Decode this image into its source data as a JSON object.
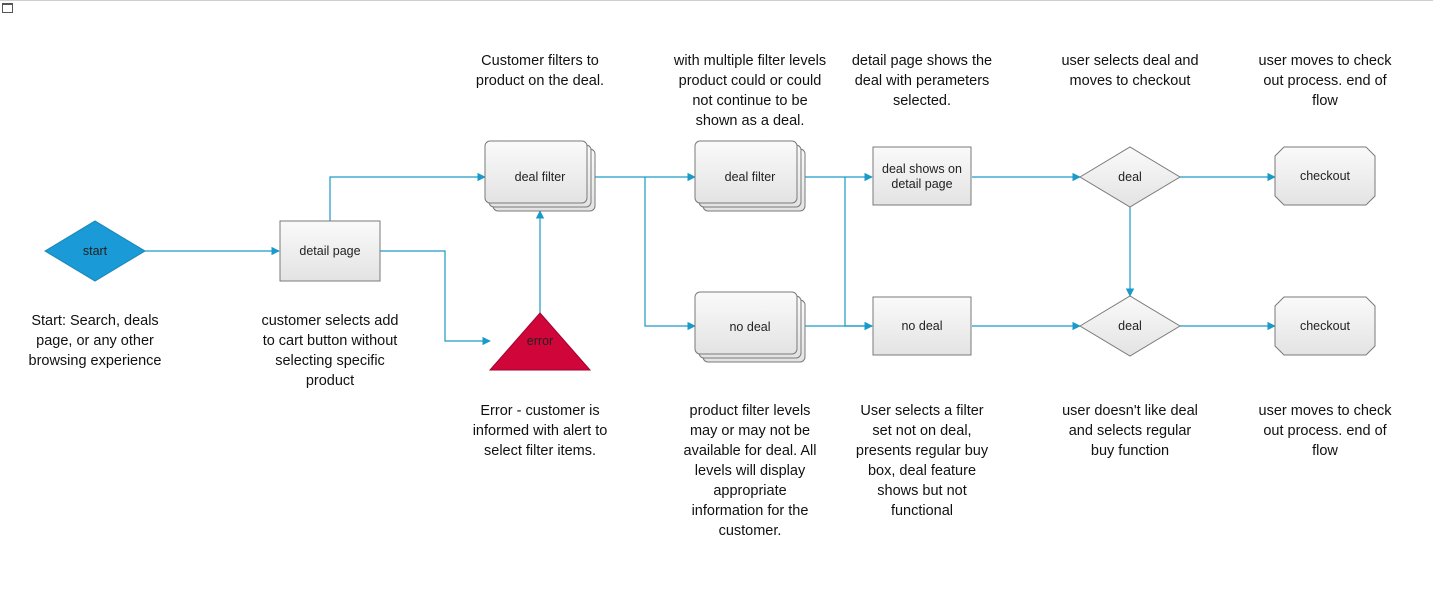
{
  "nodes": {
    "start": "start",
    "detail_page": "detail page",
    "deal_filter_1": "deal filter",
    "error": "error",
    "deal_filter_2": "deal filter",
    "no_deal_stack": "no deal",
    "deal_shows_line1": "deal shows on",
    "deal_shows_line2": "detail page",
    "no_deal_box": "no deal",
    "deal_decision_top": "deal",
    "deal_decision_bottom": "deal",
    "checkout_top": "checkout",
    "checkout_bottom": "checkout"
  },
  "notes": {
    "start": [
      "Start: Search, deals",
      "page, or any other",
      "browsing experience"
    ],
    "detail_page": [
      "customer selects add",
      "to cart button without",
      "selecting specific",
      "product"
    ],
    "customer_filters": [
      "Customer filters to",
      "product on the deal."
    ],
    "error": [
      "Error - customer is",
      "informed with alert to",
      "select filter items."
    ],
    "multiple_filter": [
      "with multiple filter levels",
      "product could or could",
      "not continue to be",
      "shown as a deal."
    ],
    "product_filter_levels": [
      "product filter levels",
      "may or may not be",
      "available for deal. All",
      "levels will display",
      "appropriate",
      "information for the",
      "customer."
    ],
    "detail_page_shows": [
      "detail page shows the",
      "deal with perameters",
      "selected."
    ],
    "user_selects_filter": [
      "User selects a filter",
      "set not on deal,",
      "presents regular buy",
      "box, deal feature",
      "shows but not",
      "functional"
    ],
    "user_selects_deal": [
      "user selects deal and",
      "moves to checkout"
    ],
    "user_doesnt_like": [
      "user doesn't like deal",
      "and selects regular",
      "buy function"
    ],
    "checkout_top": [
      "user moves to check",
      "out process. end of",
      "flow"
    ],
    "checkout_bottom": [
      "user moves to check",
      "out process. end of",
      "flow"
    ]
  },
  "colors": {
    "connector": "#1a9ac9",
    "start_fill": "#1a9ad6",
    "error_fill": "#d0063a",
    "box_fill_top": "#fafafa",
    "box_fill_bottom": "#e3e3e3",
    "box_stroke": "#7a7a7a"
  }
}
